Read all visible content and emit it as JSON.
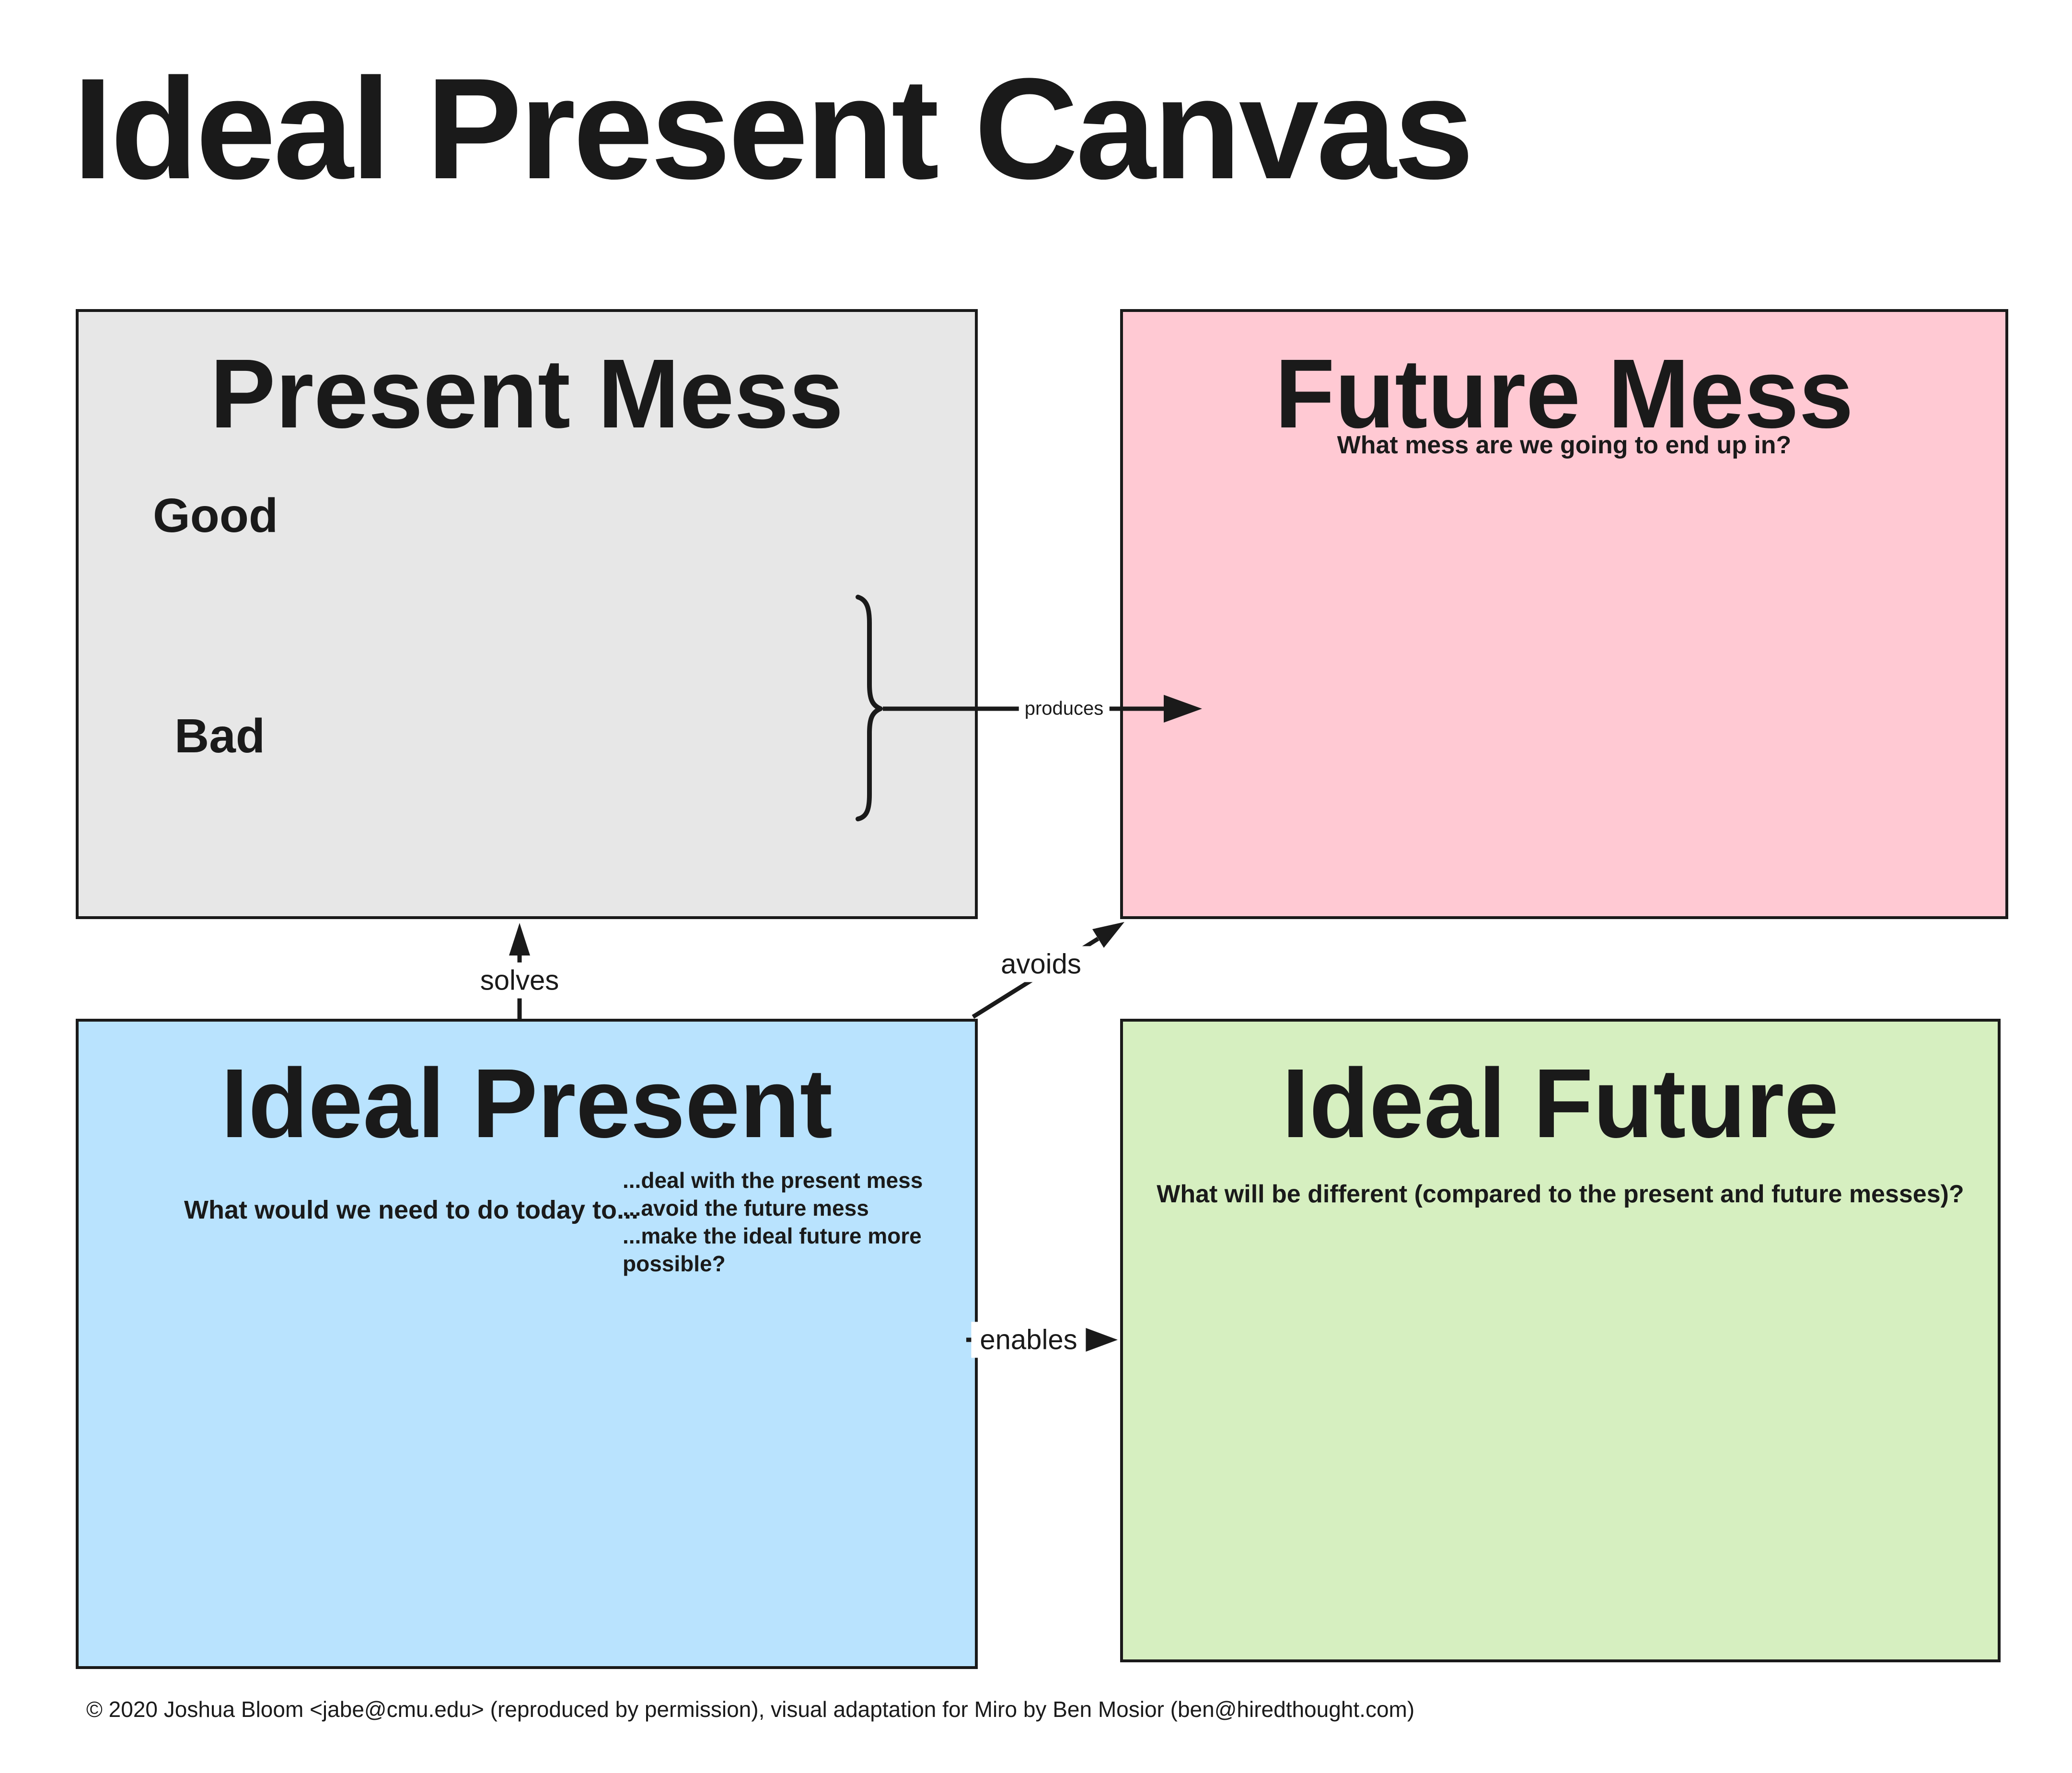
{
  "page": {
    "title": "Ideal Present Canvas",
    "footer": "© 2020 Joshua Bloom <jabe@cmu.edu> (reproduced by permission), visual adaptation for Miro by Ben Mosior (ben@hiredthought.com)"
  },
  "colors": {
    "ink": "#1a1a1a",
    "page_bg": "#ffffff",
    "present_mess_bg": "#e7e7e7",
    "future_mess_bg": "#ffc9d3",
    "ideal_present_bg": "#b9e3fe",
    "ideal_future_bg": "#d6efc0"
  },
  "quadrants": {
    "present_mess": {
      "title": "Present Mess",
      "good_label": "Good",
      "bad_label": "Bad"
    },
    "future_mess": {
      "title": "Future Mess",
      "subtitle": "What mess are we going to end up in?"
    },
    "ideal_present": {
      "title": "Ideal Present",
      "question": "What would we need to do today to...",
      "list": [
        "...deal with the present mess",
        "...avoid the future mess",
        "...make the ideal future more possible?"
      ]
    },
    "ideal_future": {
      "title": "Ideal Future",
      "subtitle": "What will be different (compared to the present and future messes)?"
    }
  },
  "connectors": {
    "produces": {
      "label": "produces"
    },
    "solves": {
      "label": "solves"
    },
    "avoids": {
      "label": "avoids"
    },
    "enables": {
      "label": "enables"
    }
  }
}
